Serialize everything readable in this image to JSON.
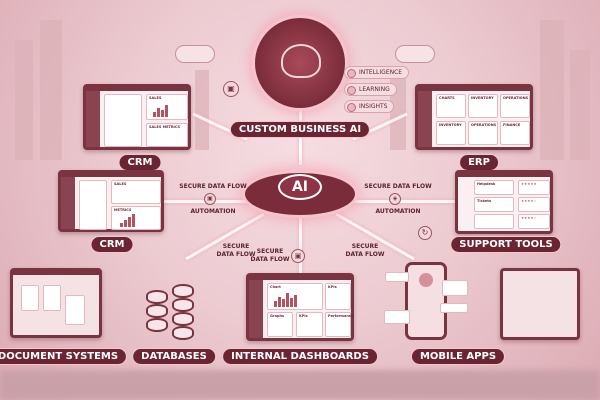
{
  "hub": {
    "title": "CUSTOM BUSINESS AI",
    "core_label": "AI",
    "features": [
      {
        "label": "INTELLIGENCE",
        "icon": "brain-icon"
      },
      {
        "label": "LEARNING",
        "icon": "book-icon"
      },
      {
        "label": "INSIGHTS",
        "icon": "lightbulb-icon"
      }
    ]
  },
  "systems": {
    "crm_top": {
      "label": "CRM",
      "cards": [
        "SALES",
        "SALES METRICS"
      ]
    },
    "erp": {
      "label": "ERP",
      "cards": [
        "CHARTS",
        "INVENTORY",
        "OPERATIONS",
        "INVENTORY",
        "OPERATIONS",
        "FINANCE"
      ]
    },
    "crm_mid": {
      "label": "CRM",
      "cards": [
        "SALES",
        "METRICS"
      ]
    },
    "support": {
      "label": "SUPPORT TOOLS",
      "cards": [
        "Helpdesk",
        "Tickets"
      ]
    },
    "documents": {
      "label": "DOCUMENT SYSTEMS"
    },
    "databases": {
      "label": "DATABASES"
    },
    "dashboards": {
      "label": "INTERNAL DASHBOARDS",
      "cards": [
        "Chart",
        "KPIs",
        "Graphs",
        "KPIs",
        "Performance"
      ]
    },
    "mobile": {
      "label": "MOBILE APPS"
    }
  },
  "flows": {
    "secure": "SECURE DATA FLOW",
    "automation": "AUTOMATION",
    "secure_l1": "SECURE",
    "secure_l2": "DATA FLOW"
  },
  "colors": {
    "background": "#e9c6cc",
    "accent": "#6b2532",
    "glow": "#f59fb0"
  }
}
